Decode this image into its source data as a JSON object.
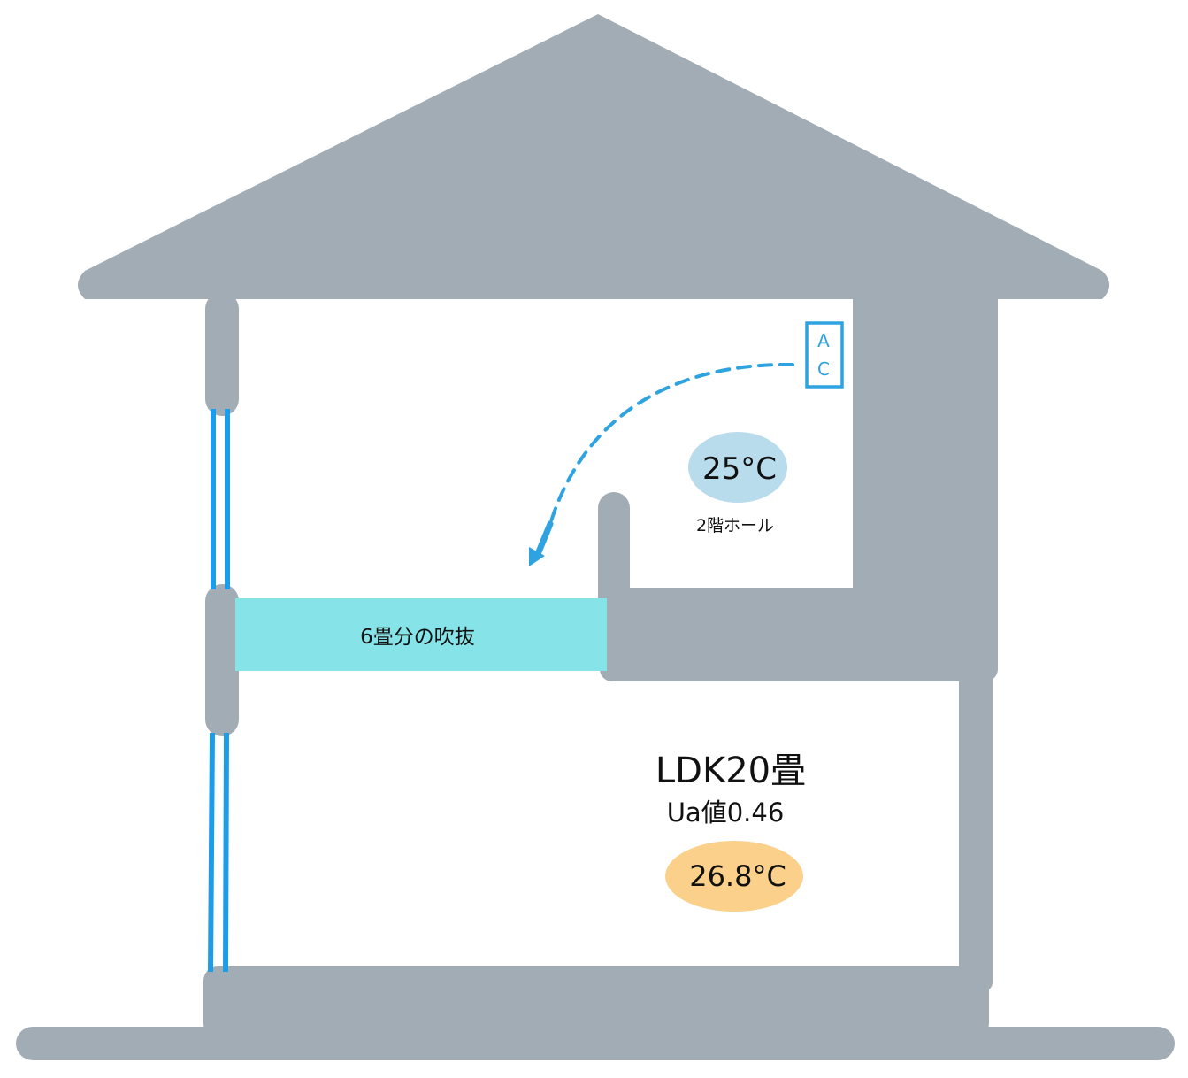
{
  "colors": {
    "structure": "#a2acb5",
    "window": "#1d9de8",
    "fukinuke": "#86e3e8",
    "ac": "#2ea3e0",
    "cool_badge": "#b9dcec",
    "warm_badge": "#fbd08a",
    "text": "#111111",
    "background": "#ffffff"
  },
  "ac_unit": {
    "line1": "A",
    "line2": "C"
  },
  "upper_floor": {
    "temperature": "25°C",
    "room_label": "2階ホール"
  },
  "fukinuke": {
    "label": "6畳分の吹抜"
  },
  "lower_floor": {
    "room_title": "LDK20畳",
    "ua_value": "Ua値0.46",
    "temperature": "26.8°C"
  },
  "icons": {
    "airflow": "dashed-curved-arrow-icon"
  }
}
